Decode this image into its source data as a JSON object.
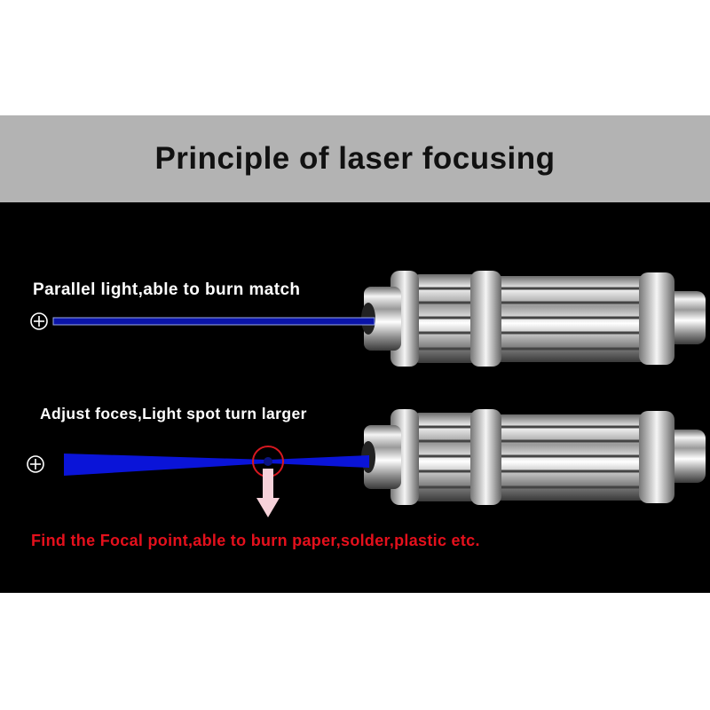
{
  "title": "Principle of laser focusing",
  "parallel_label": "Parallel light,able to burn match",
  "adjust_label": "Adjust foces,Light spot turn larger",
  "focal_label": "Find the Focal point,able to burn paper,solder,plastic etc.",
  "colors": {
    "beam": "#0a14d8",
    "highlight": "#e4101c",
    "arrow": "#f6d2da",
    "header_bg": "#b3b3b3"
  }
}
